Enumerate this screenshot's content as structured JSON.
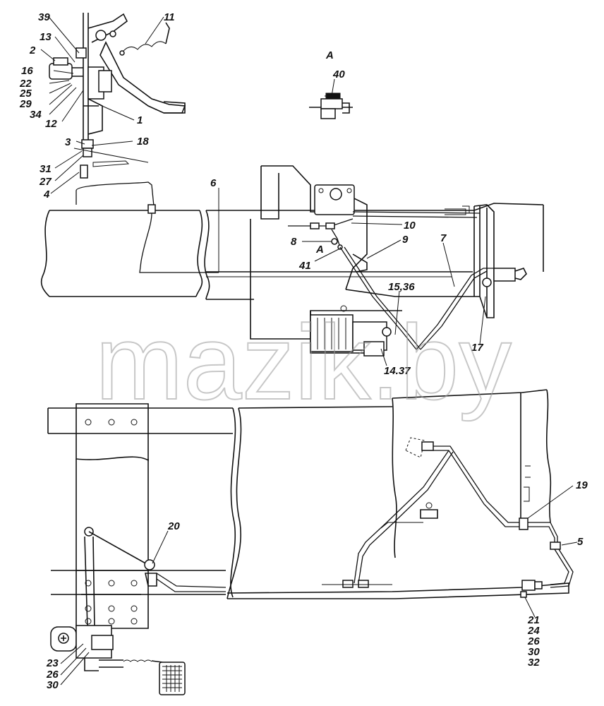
{
  "watermark": "mazik.by",
  "view_label": "A",
  "callouts": {
    "c39": "39",
    "c13": "13",
    "c2": "2",
    "c16": "16",
    "c22": "22",
    "c25": "25",
    "c29": "29",
    "c34": "34",
    "c12": "12",
    "c11": "11",
    "c1": "1",
    "c3": "3",
    "c18": "18",
    "c31": "31",
    "c27": "27",
    "c4": "4",
    "c40": "40",
    "c6": "6",
    "c10": "10",
    "c8": "8",
    "cA": "A",
    "c41": "41",
    "c9": "9",
    "c7": "7",
    "c1536": "15,36",
    "c17": "17",
    "c1437": "14.37",
    "c20": "20",
    "c19": "19",
    "c5": "5",
    "c21": "21",
    "c24": "24",
    "c26b": "26",
    "c30b": "30",
    "c32": "32",
    "c23": "23",
    "c26a": "26",
    "c30a": "30"
  }
}
